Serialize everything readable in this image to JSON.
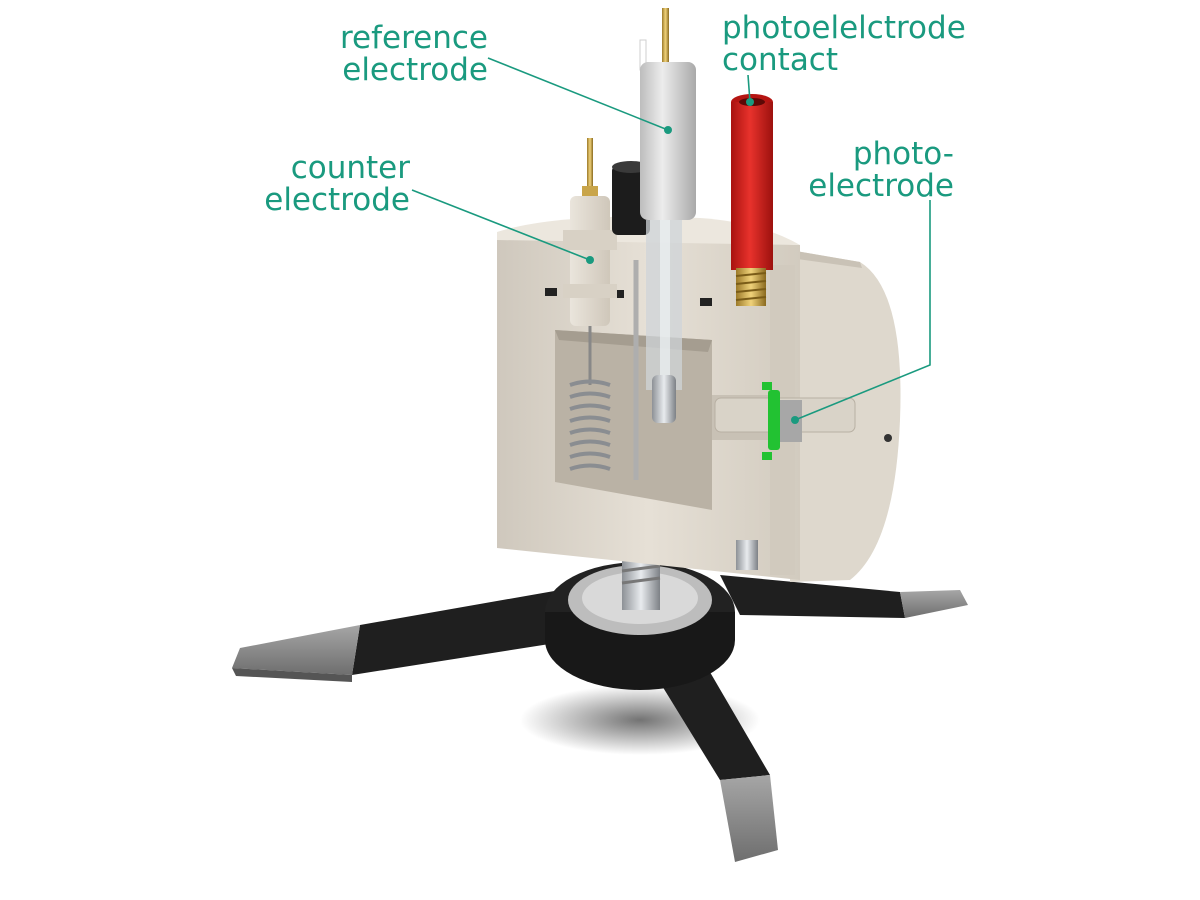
{
  "labels": {
    "reference": {
      "line1": "reference",
      "line2": "electrode"
    },
    "counter": {
      "line1": "counter",
      "line2": "electrode"
    },
    "contact": {
      "line1": "photoelelctrode",
      "line2": "contact"
    },
    "photo": {
      "line1": "photo-",
      "line2": "electrode"
    }
  },
  "colors": {
    "label_text": "#1a9a7f",
    "leader_line": "#1a9a7f",
    "cell_body": "#e2dcd2",
    "cell_cut": "#cfc8bc",
    "tripod": "#1e1e1e",
    "tripod_foot": "#8c8c8c",
    "red_contact": "#d6201c",
    "photoelectrode_highlight": "#22c232"
  }
}
